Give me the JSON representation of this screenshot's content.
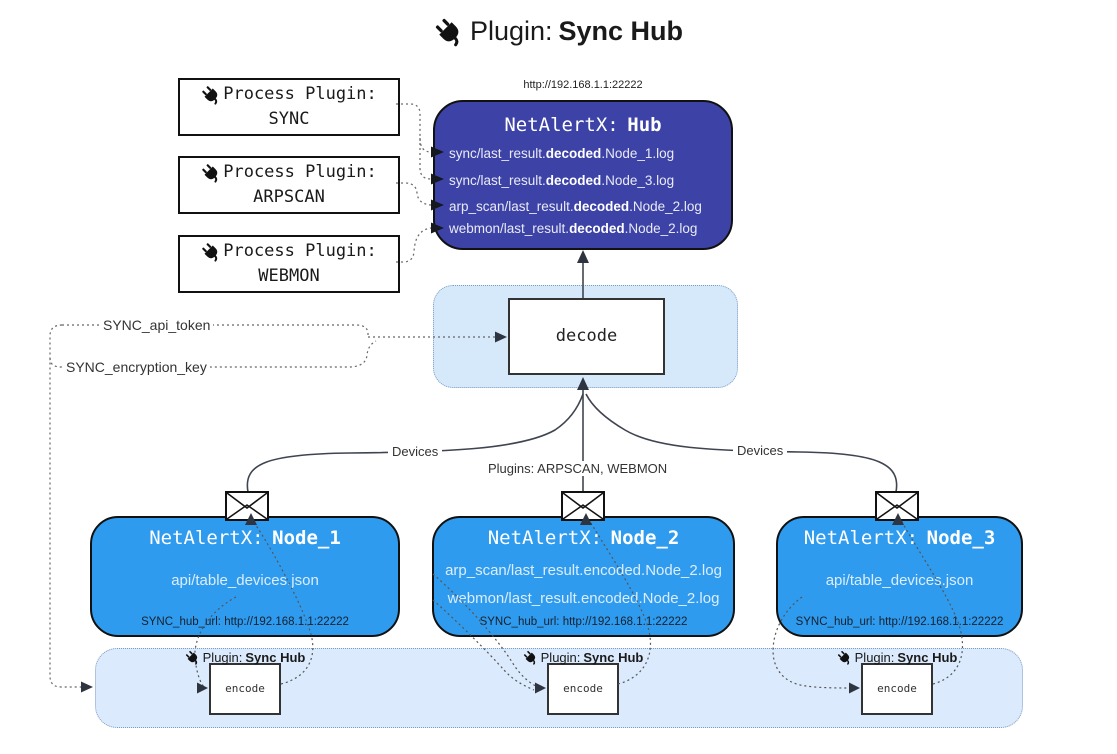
{
  "title": {
    "prefix": "Plugin:",
    "name": "Sync Hub"
  },
  "process_plugins": [
    {
      "label": "Process Plugin:",
      "name": "SYNC"
    },
    {
      "label": "Process Plugin:",
      "name": "ARPSCAN"
    },
    {
      "label": "Process Plugin:",
      "name": "WEBMON"
    }
  ],
  "hub": {
    "url": "http://192.168.1.1:22222",
    "title_prefix": "NetAlertX:",
    "title_name": "Hub",
    "lines": [
      {
        "pre": "sync/last_result.",
        "bold": "decoded",
        "post": ".Node_1.log"
      },
      {
        "pre": "sync/last_result.",
        "bold": "decoded",
        "post": ".Node_3.log"
      },
      {
        "pre": "arp_scan/last_result.",
        "bold": "decoded",
        "post": ".Node_2.log"
      },
      {
        "pre": "webmon/last_result.",
        "bold": "decoded",
        "post": ".Node_2.log"
      }
    ]
  },
  "decode": {
    "label": "decode"
  },
  "keys": {
    "api_token": "SYNC_api_token",
    "encryption_key": "SYNC_encryption_key"
  },
  "edges": {
    "left_label": "Devices",
    "middle_label": "Plugins: ARPSCAN, WEBMON",
    "right_label": "Devices"
  },
  "nodes": [
    {
      "title_prefix": "NetAlertX:",
      "title_name": "Node_1",
      "lines": [
        "api/table_devices.json"
      ],
      "footer": "SYNC_hub_url: http://192.168.1.1:22222"
    },
    {
      "title_prefix": "NetAlertX:",
      "title_name": "Node_2",
      "lines": [
        "arp_scan/last_result.encoded.Node_2.log",
        "webmon/last_result.encoded.Node_2.log"
      ],
      "footer": "SYNC_hub_url: http://192.168.1.1:22222"
    },
    {
      "title_prefix": "NetAlertX:",
      "title_name": "Node_3",
      "lines": [
        "api/table_devices.json"
      ],
      "footer": "SYNC_hub_url: http://192.168.1.1:22222"
    }
  ],
  "encoders": [
    {
      "prefix": "Plugin:",
      "name": "Sync Hub",
      "box_label": "encode"
    },
    {
      "prefix": "Plugin:",
      "name": "Sync Hub",
      "box_label": "encode"
    },
    {
      "prefix": "Plugin:",
      "name": "Sync Hub",
      "box_label": "encode"
    }
  ],
  "colors": {
    "hub_bg": "#3d43a6",
    "node_bg": "#2f9bef",
    "panel_bg": "#d6e9fa",
    "band_bg": "#dbeafc",
    "line_dark": "#3f4450"
  }
}
